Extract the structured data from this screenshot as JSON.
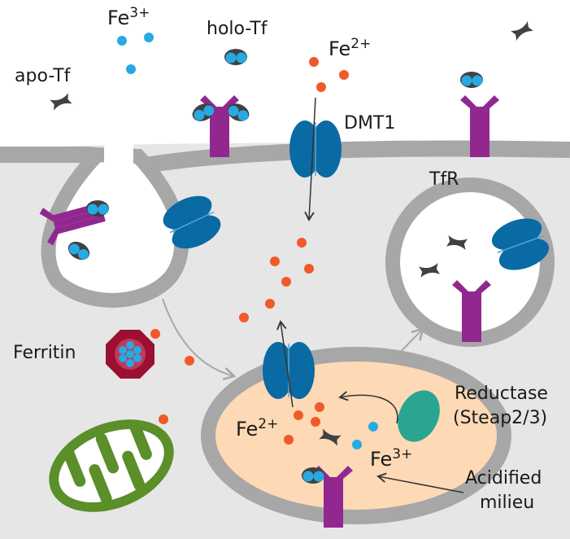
{
  "labels": {
    "fe3_top": "Fe",
    "fe3_top_charge": "3+",
    "holo_tf": "holo-Tf",
    "apo_tf": "apo-Tf",
    "fe2_top": "Fe",
    "fe2_top_charge": "2+",
    "dmt1": "DMT1",
    "tfr": "TfR",
    "ferritin": "Ferritin",
    "fe2_endo": "Fe",
    "fe2_endo_charge": "2+",
    "fe3_endo": "Fe",
    "fe3_endo_charge": "3+",
    "reductase_line1": "Reductase",
    "reductase_line2": "(Steap2/3)",
    "acidified_line1": "Acidified",
    "acidified_line2": "milieu"
  },
  "colors": {
    "cytoplasm": "#e6e6e6",
    "membrane": "#a7a7a8",
    "fe3": "#27aae1",
    "fe2": "#f05a28",
    "tfr": "#92278f",
    "dmt1": "#0a6aa3",
    "tf": "#414042",
    "ferritin": "#9b1030",
    "mitochondrion": "#5a8f29",
    "reductase": "#2aa58f",
    "endosome_lumen": "#fdd9b5",
    "arrow": "#a7a7a8"
  }
}
